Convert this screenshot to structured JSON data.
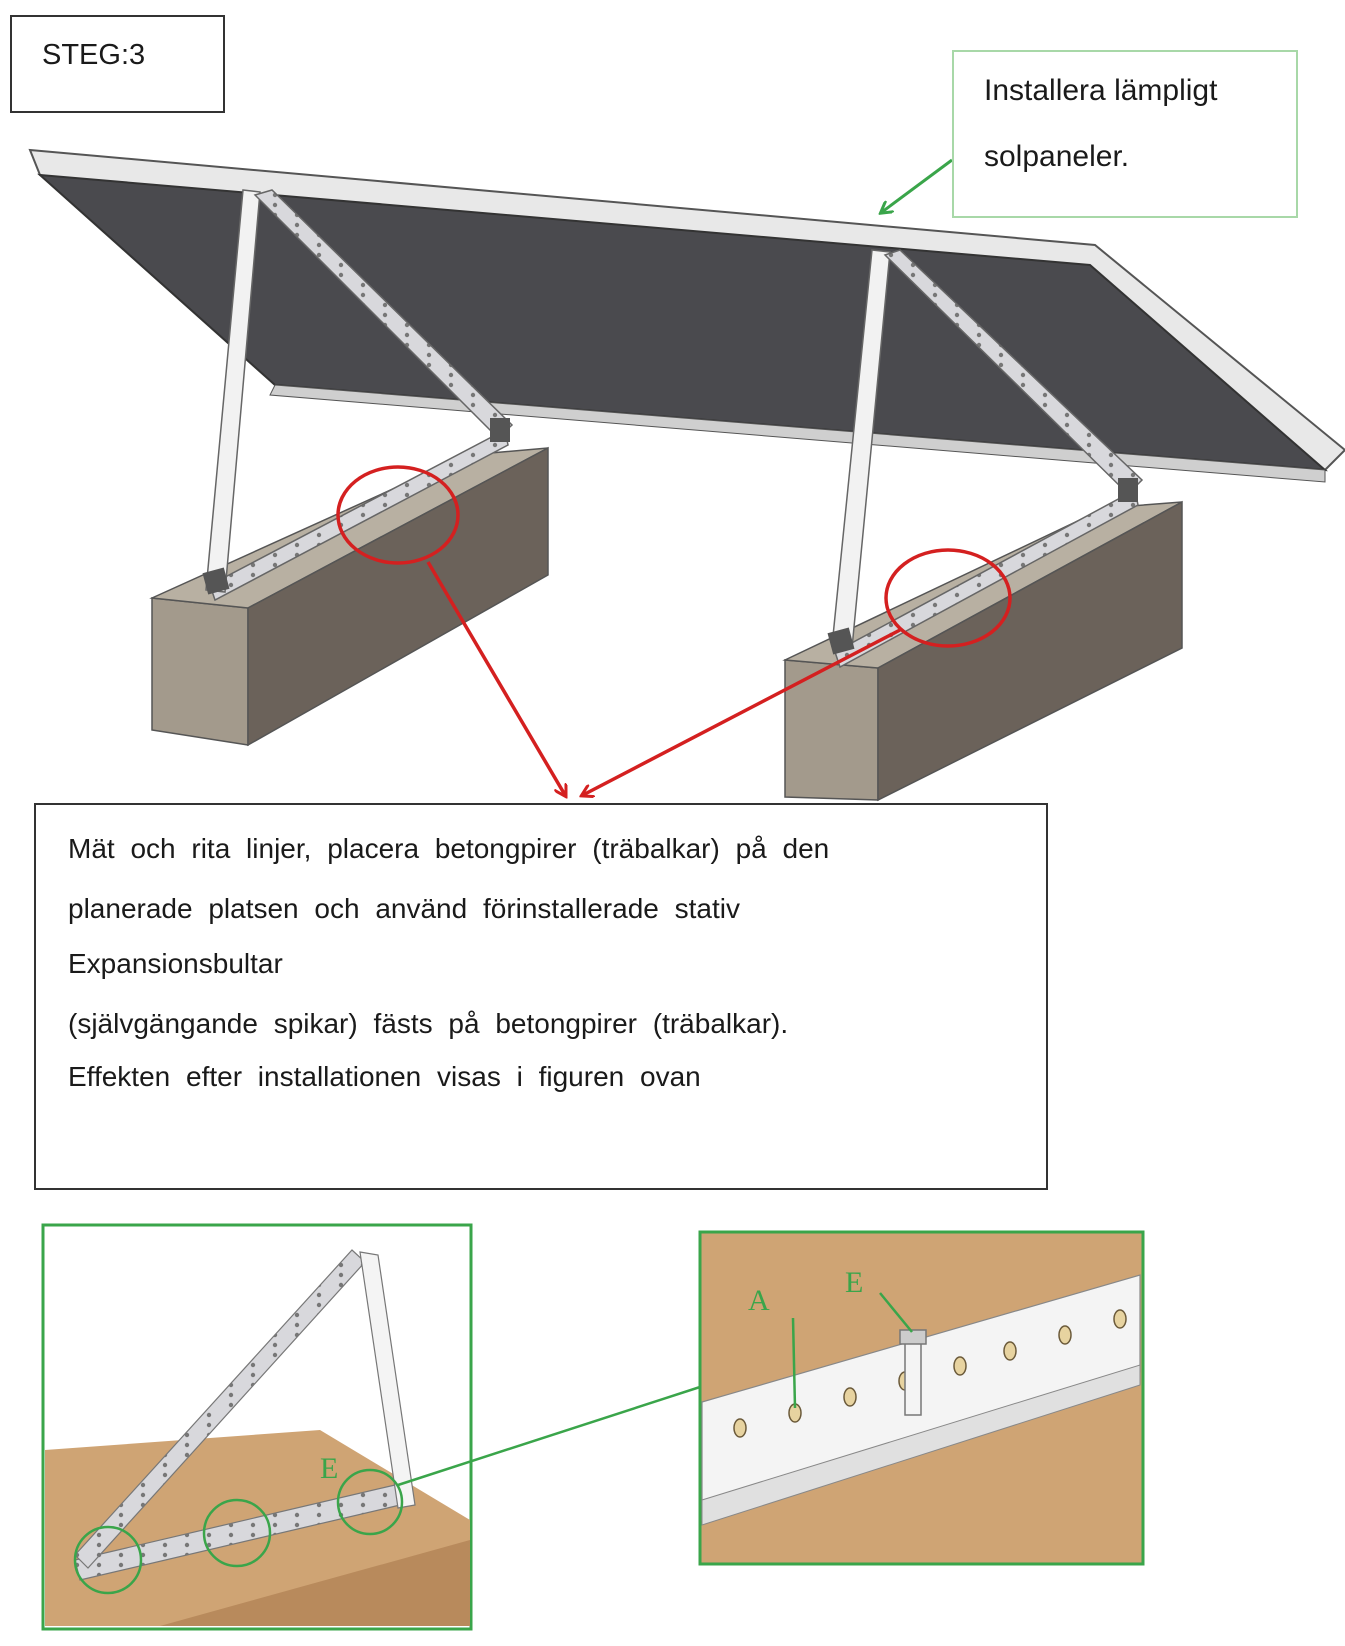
{
  "step": {
    "label": "STEG:3"
  },
  "note": {
    "lines": [
      "Installera  lämpligt",
      "solpaneler."
    ]
  },
  "description": {
    "lines": [
      "Mät och rita linjer, placera betongpirer (träbalkar) på den",
      "planerade platsen och använd förinstallerade stativ",
      "Expansionsbultar",
      "(självgängande spikar) fästs på betongpirer (träbalkar).",
      "Effekten efter installationen visas i figuren ovan"
    ]
  },
  "detail_labels": {
    "left_e": "E",
    "right_a": "A",
    "right_e": "E"
  },
  "colors": {
    "annotation_red": "#d42020",
    "callout_green": "#3aa54a",
    "panel_dark": "#4a4a4e",
    "concrete_front": "#a39a8c",
    "concrete_side": "#6b625a",
    "wood": "#cfa474"
  }
}
